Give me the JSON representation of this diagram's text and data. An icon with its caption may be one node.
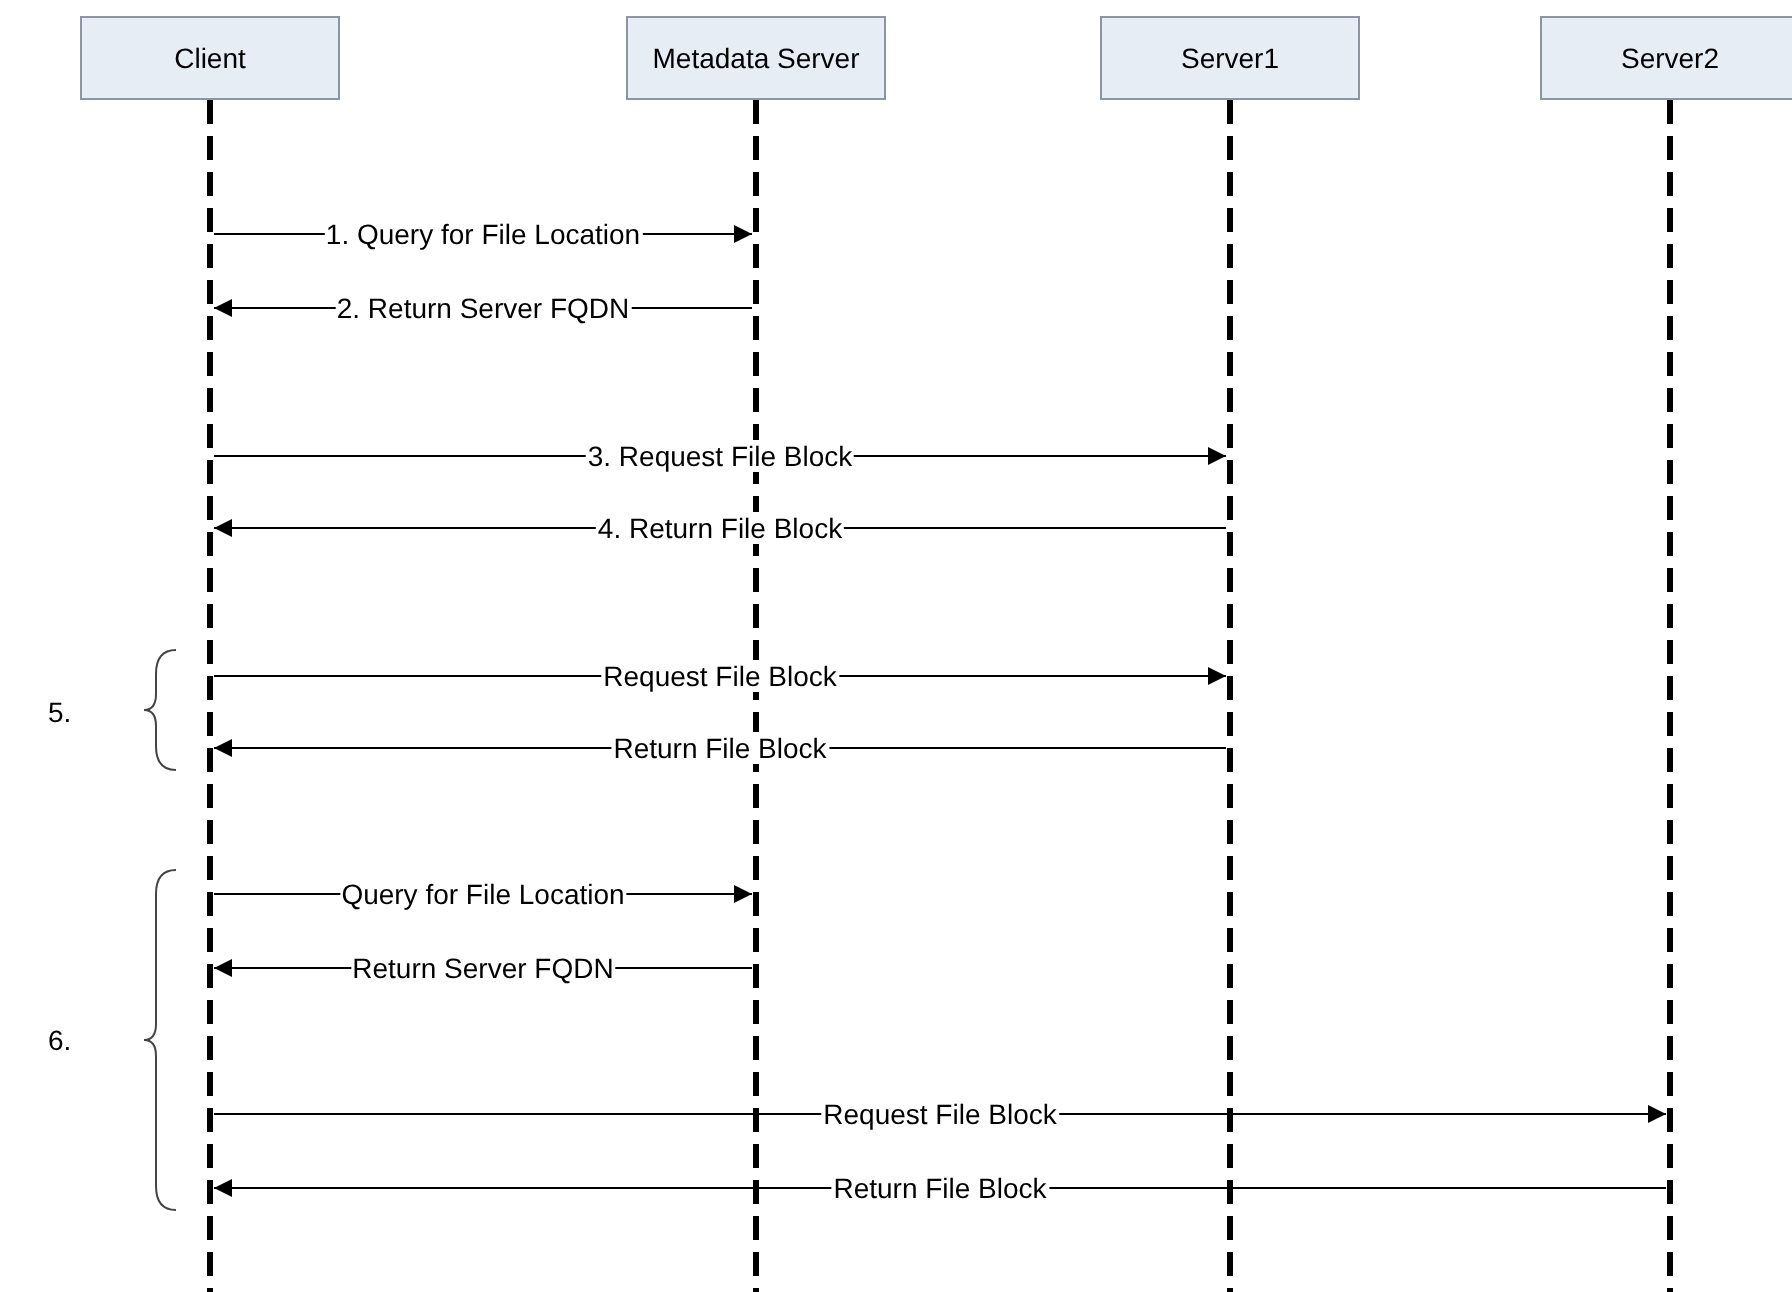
{
  "diagram": {
    "nodes": [
      {
        "text": [
          "Client"
        ]
      },
      {
        "text": [
          "Metadata Server"
        ]
      },
      {
        "text": [
          "Server1"
        ]
      },
      {
        "text": [
          "Server2"
        ]
      },
      {
        "text": [],
        "shape": "line"
      },
      {
        "text": [],
        "shape": "line"
      },
      {
        "text": [],
        "shape": "line"
      },
      {
        "text": [],
        "shape": "line"
      }
    ],
    "edges": [
      {
        "from": 4,
        "to": 5,
        "arrow": "to",
        "label": "1. Query for File Location"
      },
      {
        "from": 5,
        "to": 4,
        "arrow": "to",
        "label": "2. Return Server FQDN"
      },
      {
        "from": 4,
        "to": 6,
        "arrow": "to",
        "label": "3. Request File Block"
      },
      {
        "from": 6,
        "to": 4,
        "arrow": "to",
        "label": "4. Return File Block"
      },
      {
        "from": 4,
        "to": 6,
        "arrow": "to",
        "label": "Request File Block"
      },
      {
        "from": 6,
        "to": 4,
        "arrow": "to",
        "label": "Return File Block"
      },
      {
        "from": 4,
        "to": 5,
        "arrow": "to",
        "label": "Query for File Location"
      },
      {
        "from": 5,
        "to": 4,
        "arrow": "to",
        "label": "Return Server FQDN"
      },
      {
        "from": 4,
        "to": 7,
        "arrow": "to",
        "label": "Request File Block"
      },
      {
        "from": 7,
        "to": 4,
        "arrow": "to",
        "label": "Return File Block"
      }
    ],
    "labels": [
      "5.",
      "6."
    ]
  }
}
